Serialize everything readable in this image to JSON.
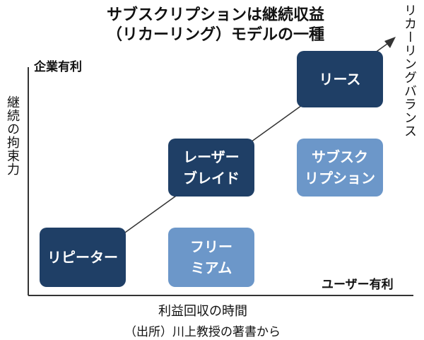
{
  "title": {
    "line1": "サブスクリプションは継続収益",
    "line2": "（リカーリング）モデルの一種"
  },
  "axes": {
    "top_left": "企業有利",
    "bottom_right": "ユーザー有利",
    "y_axis": "継続の拘束力",
    "x_axis": "利益回収の時間",
    "diagonal": "リカーリングバランス"
  },
  "boxes": {
    "lease": "リース",
    "razor_blade": "レーザー\nブレイド",
    "subscription": "サブスク\nリプション",
    "repeater": "リピーター",
    "freemium": "フリー\nミアム"
  },
  "colors": {
    "dark_box": "#1f3f66",
    "light_box": "#6c97c9",
    "axis": "#333333"
  },
  "source": "（出所）川上教授の著書から"
}
